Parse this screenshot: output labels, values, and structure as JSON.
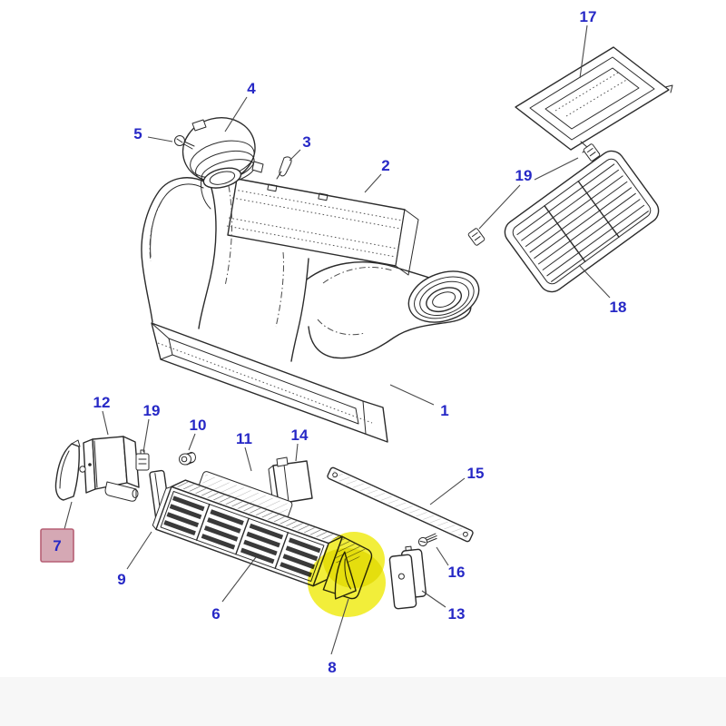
{
  "diagram": {
    "type": "exploded-parts-diagram",
    "part_numbers_shown": [
      "1",
      "2",
      "3",
      "4",
      "5",
      "6",
      "7",
      "8",
      "9",
      "10",
      "11",
      "12",
      "13",
      "14",
      "15",
      "16",
      "17",
      "18",
      "19"
    ],
    "highlighted_part_callout": "8",
    "boxed_label_callout": "7"
  },
  "colors": {
    "background": "#ffffff",
    "bottom_band": "#f7f7f7",
    "line": "#2b2b2b",
    "leader": "#4a4a4a",
    "label_blue": "#2628c6",
    "highlight_yellow": "#f2ee3a",
    "highlight_box_fill": "#d5a8b4",
    "highlight_box_border": "#b65f74"
  },
  "callouts": [
    {
      "num": "4",
      "highlight": "none"
    },
    {
      "num": "5",
      "highlight": "none"
    },
    {
      "num": "3",
      "highlight": "none"
    },
    {
      "num": "2",
      "highlight": "none"
    },
    {
      "num": "17",
      "highlight": "none"
    },
    {
      "num": "19",
      "highlight": "none"
    },
    {
      "num": "18",
      "highlight": "none"
    },
    {
      "num": "1",
      "highlight": "none"
    },
    {
      "num": "12",
      "highlight": "none"
    },
    {
      "num": "19",
      "highlight": "none"
    },
    {
      "num": "10",
      "highlight": "none"
    },
    {
      "num": "11",
      "highlight": "none"
    },
    {
      "num": "14",
      "highlight": "none"
    },
    {
      "num": "15",
      "highlight": "none"
    },
    {
      "num": "7",
      "highlight": "pink-box"
    },
    {
      "num": "9",
      "highlight": "none"
    },
    {
      "num": "6",
      "highlight": "none"
    },
    {
      "num": "8",
      "highlight": "yellow-part"
    },
    {
      "num": "16",
      "highlight": "none"
    },
    {
      "num": "13",
      "highlight": "none"
    }
  ]
}
